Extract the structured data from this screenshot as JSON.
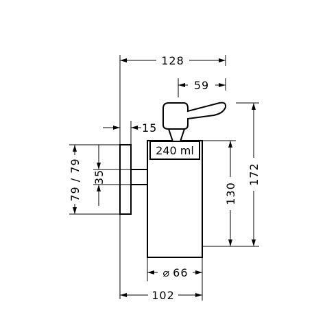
{
  "dimensions": {
    "overall_depth": "128",
    "pump_spout": "59",
    "wall_plate_depth": "15",
    "wall_plate_height": "79 / 79",
    "mount_height": "35",
    "container_height": "130",
    "total_height": "172",
    "diameter_prefix": "⌀",
    "diameter": "66",
    "base_width": "102"
  },
  "labels": {
    "capacity": "240 ml"
  }
}
